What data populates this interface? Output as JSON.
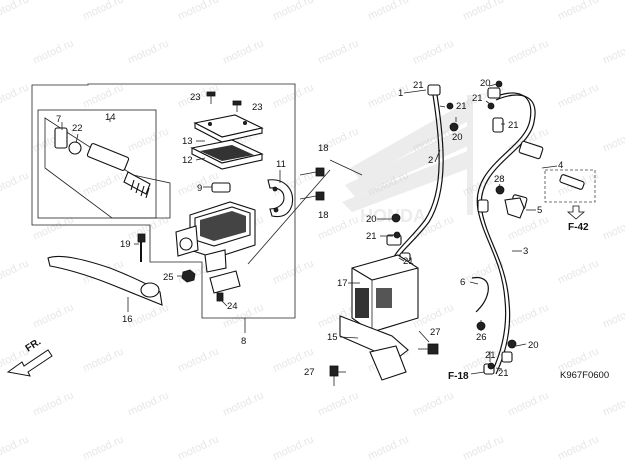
{
  "watermark": "motod.ru",
  "diagram_code": "K967F0600",
  "direction_label": "FR.",
  "refs": {
    "left": "F-42",
    "bottom": "F-18"
  },
  "brand_watermark": "HONDA",
  "callouts": {
    "c1": "1",
    "c2": "2",
    "c3": "3",
    "c4": "4",
    "c5": "5",
    "c6": "6",
    "c7": "7",
    "c8": "8",
    "c9": "9",
    "c11": "11",
    "c12": "12",
    "c13": "13",
    "c14": "14",
    "c15": "15",
    "c16": "16",
    "c17": "17",
    "c18": "18",
    "c19": "19",
    "c20": "20",
    "c21": "21",
    "c22": "22",
    "c23": "23",
    "c24": "24",
    "c25": "25",
    "c26": "26",
    "c27": "27",
    "c28": "28"
  }
}
